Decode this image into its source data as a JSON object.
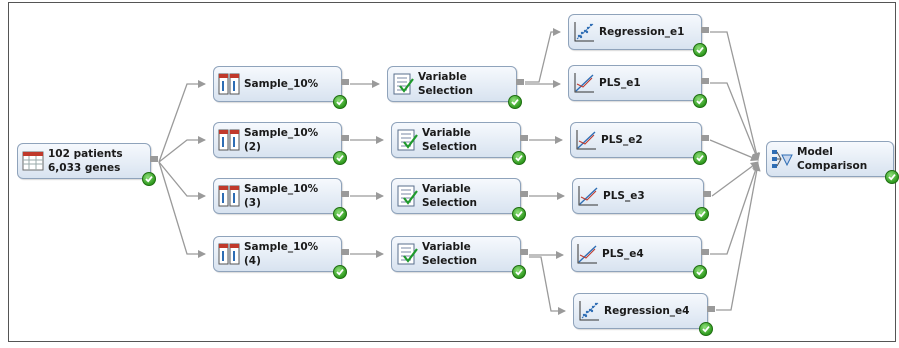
{
  "nodes": {
    "data": {
      "label": "102 patients\n6,033 genes",
      "icon": "data-table-icon"
    },
    "sample1": {
      "label": "Sample_10%",
      "icon": "sample-icon"
    },
    "sample2": {
      "label": "Sample_10%\n(2)",
      "icon": "sample-icon"
    },
    "sample3": {
      "label": "Sample_10%\n(3)",
      "icon": "sample-icon"
    },
    "sample4": {
      "label": "Sample_10%\n(4)",
      "icon": "sample-icon"
    },
    "varsel1": {
      "label": "Variable\nSelection",
      "icon": "variable-selection-icon"
    },
    "varsel2": {
      "label": "Variable\nSelection",
      "icon": "variable-selection-icon"
    },
    "varsel3": {
      "label": "Variable\nSelection",
      "icon": "variable-selection-icon"
    },
    "varsel4": {
      "label": "Variable\nSelection",
      "icon": "variable-selection-icon"
    },
    "regression_e1": {
      "label": "Regression_e1",
      "icon": "regression-icon"
    },
    "pls_e1": {
      "label": "PLS_e1",
      "icon": "pls-icon"
    },
    "pls_e2": {
      "label": "PLS_e2",
      "icon": "pls-icon"
    },
    "pls_e3": {
      "label": "PLS_e3",
      "icon": "pls-icon"
    },
    "pls_e4": {
      "label": "PLS_e4",
      "icon": "pls-icon"
    },
    "regression_e4": {
      "label": "Regression_e4",
      "icon": "regression-icon"
    },
    "model_comparison": {
      "label": "Model\nComparison",
      "icon": "model-comparison-icon"
    }
  },
  "status": {
    "all_nodes": "completed",
    "status_icon": "green-check-icon"
  },
  "colors": {
    "node_fill_top": "#f6f9fd",
    "node_fill_bottom": "#d8e3f0",
    "node_border": "#8fa3bb",
    "connector": "#9a9a9a",
    "check_green": "#2f9a1e"
  }
}
